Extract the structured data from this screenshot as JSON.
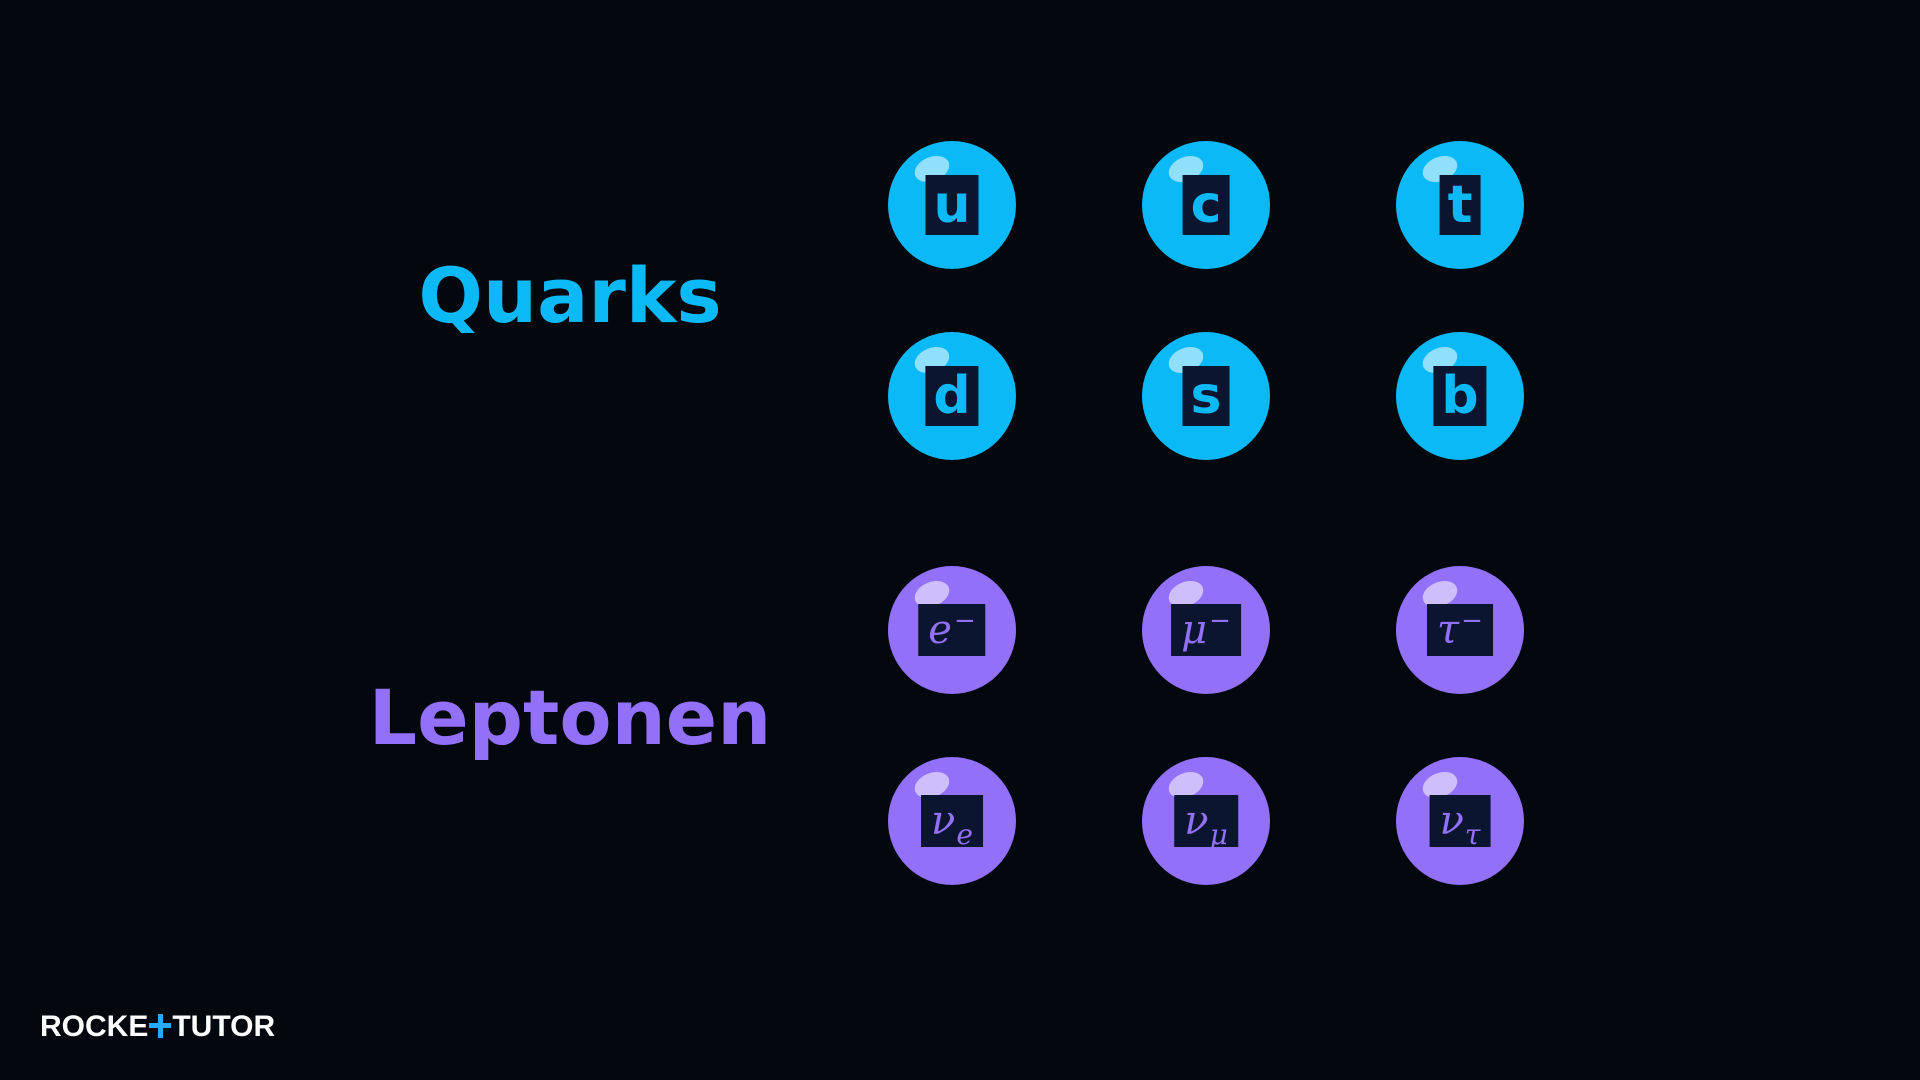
{
  "colors": {
    "background": "#03070e",
    "quark": "#0ab9f5",
    "lepton": "#9370f8",
    "tag_background": "#0c1530"
  },
  "labels": {
    "quarks": "Quarks",
    "leptons": "Leptonen"
  },
  "quarks": [
    {
      "symbol": "u"
    },
    {
      "symbol": "c"
    },
    {
      "symbol": "t"
    },
    {
      "symbol": "d"
    },
    {
      "symbol": "s"
    },
    {
      "symbol": "b"
    }
  ],
  "leptons": [
    {
      "base": "e",
      "sup": "−",
      "sub": ""
    },
    {
      "base": "μ",
      "sup": "−",
      "sub": ""
    },
    {
      "base": "τ",
      "sup": "−",
      "sub": ""
    },
    {
      "base": "ν",
      "sup": "",
      "sub": "e"
    },
    {
      "base": "ν",
      "sup": "",
      "sub": "μ"
    },
    {
      "base": "ν",
      "sup": "",
      "sub": "τ"
    }
  ],
  "logo": {
    "left": "ROCKE",
    "right": "TUTOR",
    "icon": "plus-icon"
  }
}
